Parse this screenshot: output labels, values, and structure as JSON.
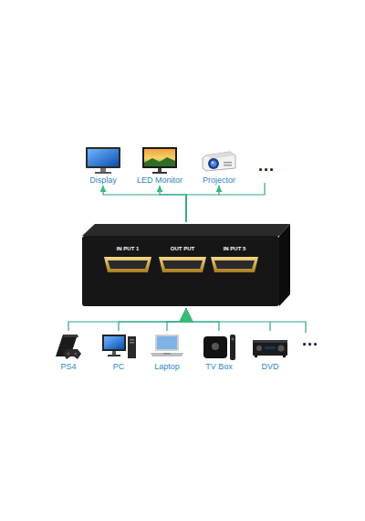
{
  "diagram": {
    "nodes": [
      {
        "text": [
          "Display"
        ]
      },
      {
        "text": [
          "LED Monitor"
        ]
      },
      {
        "text": [
          "Projector"
        ]
      },
      {
        "text": [
          "IN PUT 1",
          "OUT PUT",
          "IN PUT 5"
        ]
      },
      {
        "text": [
          "PS4"
        ]
      },
      {
        "text": [
          "PC"
        ]
      },
      {
        "text": [
          "Laptop"
        ]
      },
      {
        "text": [
          "TV Box"
        ]
      },
      {
        "text": [
          "DVD"
        ]
      }
    ],
    "edges": [
      {
        "from": 3,
        "to": 0,
        "arrow": "to"
      },
      {
        "from": 3,
        "to": 1,
        "arrow": "to"
      },
      {
        "from": 3,
        "to": 2,
        "arrow": "to"
      },
      {
        "from": 4,
        "to": 3,
        "arrow": "to"
      },
      {
        "from": 5,
        "to": 3,
        "arrow": "to"
      },
      {
        "from": 6,
        "to": 3,
        "arrow": "to"
      },
      {
        "from": 7,
        "to": 3,
        "arrow": "to"
      },
      {
        "from": 8,
        "to": 3,
        "arrow": "to"
      }
    ],
    "labels": [
      "...",
      "..."
    ]
  }
}
